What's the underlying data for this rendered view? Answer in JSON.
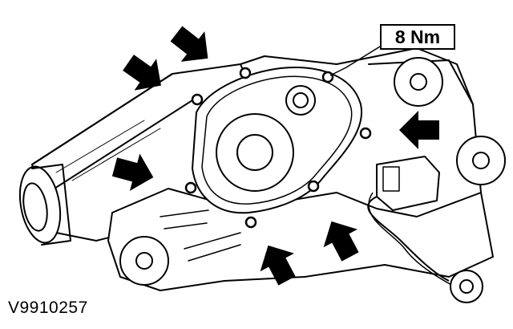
{
  "figure": {
    "torque_label": "8 Nm",
    "figure_id": "V9910257"
  },
  "arrow_icon": "bolt-pointer-arrow",
  "colors": {
    "line": "#000000",
    "background": "#ffffff"
  }
}
